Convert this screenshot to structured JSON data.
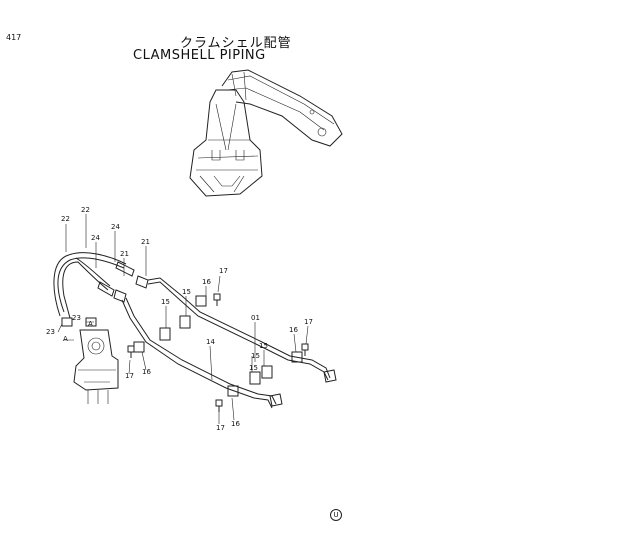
{
  "page_number": "417",
  "title_jp": "クラムシェル配管",
  "title_en": "CLAMSHELL  PIPING",
  "corner_mark": "U",
  "part_labels": {
    "hose_22a": "22",
    "hose_22b": "22",
    "fitting_24a": "24",
    "fitting_24b": "24",
    "fitting_21a": "21",
    "fitting_21b": "21",
    "fitting_23a": "23",
    "fitting_23b": "23",
    "view_a1": "A",
    "view_a2": "A",
    "clamp_15a": "15",
    "clamp_15b": "15",
    "clamp_15c": "15",
    "clamp_15d": "15",
    "clamp_15e": "15",
    "plate_16a": "16",
    "plate_16b": "16",
    "plate_16c": "16",
    "plate_16d": "16",
    "bolt_17a": "17",
    "bolt_17b": "17",
    "bolt_17c": "17",
    "bolt_17d": "17",
    "pipe_01": "01",
    "pipe_14": "14"
  }
}
